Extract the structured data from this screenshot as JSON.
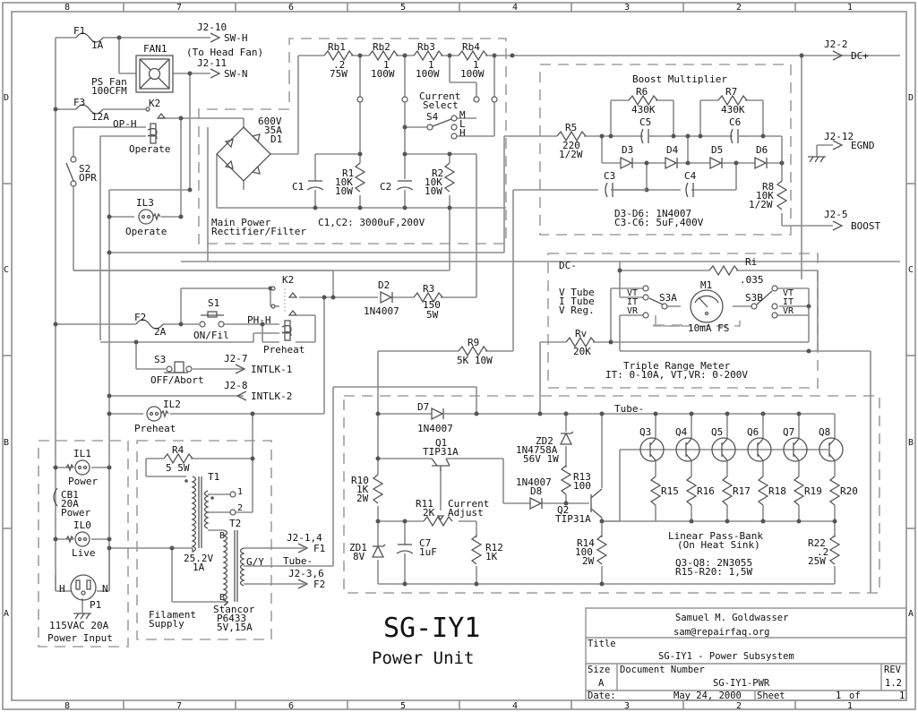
{
  "sheet": {
    "col_labels": [
      "8",
      "7",
      "6",
      "5",
      "4",
      "3",
      "2",
      "1"
    ],
    "row_labels": [
      "D",
      "C",
      "B",
      "A"
    ]
  },
  "title_block": {
    "author": "Samuel M. Goldwasser",
    "email": "sam@repairfaq.org",
    "title_label": "Title",
    "title": "SG-IY1 - Power Subsystem",
    "size_label": "Size",
    "size": "A",
    "docnum_label": "Document Number",
    "docnum": "SG-IY1-PWR",
    "rev_label": "REV",
    "rev": "1.2",
    "date_label": "Date:",
    "date": "May 24, 2000",
    "sheet_label": "Sheet",
    "sheet_num": "1",
    "of_label": "of",
    "sheet_total": "1"
  },
  "big_title": {
    "name": "SG-IY1",
    "subtitle": "Power Unit"
  },
  "connectors": {
    "j2_10": {
      "pin": "J2-10",
      "signal": "SW-H"
    },
    "to_head_fan": "(To Head Fan)",
    "j2_11": {
      "pin": "J2-11",
      "signal": "SW-N"
    },
    "j2_2": {
      "pin": "J2-2",
      "signal": "DC+"
    },
    "j2_12": {
      "pin": "J2-12",
      "signal": "EGND"
    },
    "j2_5": {
      "pin": "J2-5",
      "signal": "BOOST"
    },
    "j2_7": {
      "pin": "J2-7",
      "signal": "INTLK-1"
    },
    "j2_8": {
      "pin": "J2-8",
      "signal": "INTLK-2"
    },
    "j2_14": {
      "pin": "J2-1,4",
      "signal": "F1"
    },
    "j2_36": {
      "pin": "J2-3,6",
      "signal": "F2"
    }
  },
  "components": {
    "f1": {
      "ref": "F1",
      "value": "1A"
    },
    "f2": {
      "ref": "F2",
      "value": "2A"
    },
    "f3": {
      "ref": "F3",
      "value": "12A"
    },
    "fan1": {
      "ref": "FAN1",
      "desc1": "PS Fan",
      "desc2": "100CFM"
    },
    "k2_top": "K2",
    "k2_mid": "K2",
    "op_h": "OP-H",
    "operate_coil": "Operate",
    "s2": {
      "ref": "S2",
      "desc": "OPR"
    },
    "il3": {
      "ref": "IL3",
      "desc": "Operate"
    },
    "d1": {
      "ref": "D1",
      "v": "600V",
      "a": "35A"
    },
    "main_box": {
      "line1": "Main Power",
      "line2": "Rectifier/Filter"
    },
    "c1c2_note": "C1,C2: 3000uF,200V",
    "c1": "C1",
    "c2": "C2",
    "r1": {
      "ref": "R1",
      "v1": "10K",
      "v2": "10W"
    },
    "r2": {
      "ref": "R2",
      "v1": "10K",
      "v2": "10W"
    },
    "rb1": {
      "ref": "Rb1",
      "v1": ".2",
      "v2": "75W"
    },
    "rb2": {
      "ref": "Rb2",
      "v1": "1",
      "v2": "100W"
    },
    "rb3": {
      "ref": "Rb3",
      "v1": "1",
      "v2": "100W"
    },
    "rb4": {
      "ref": "Rb4",
      "v1": "1",
      "v2": "100W"
    },
    "s4": {
      "ref": "S4",
      "title1": "Current",
      "title2": "Select",
      "m": "M",
      "l": "L",
      "h": "H"
    },
    "boost": {
      "title": "Boost Multiplier",
      "note1": "D3-D6: 1N4007",
      "note2": "C3-C6: 5uF,400V"
    },
    "r5": {
      "ref": "R5",
      "v1": "220",
      "v2": "1/2W"
    },
    "r6": {
      "ref": "R6",
      "v": "430K"
    },
    "r7": {
      "ref": "R7",
      "v": "430K"
    },
    "r8": {
      "ref": "R8",
      "v1": "10K",
      "v2": "1/2W"
    },
    "c3": "C3",
    "c4": "C4",
    "c5": "C5",
    "c6": "C6",
    "d3": "D3",
    "d4": "D4",
    "d5": "D5",
    "d6": "D6",
    "s1": {
      "ref": "S1",
      "desc": "ON/Fil"
    },
    "ph_h": "PH-H",
    "preheat_coil": "Preheat",
    "s3": {
      "ref": "S3",
      "desc": "OFF/Abort"
    },
    "d2": {
      "ref": "D2",
      "v": "1N4007"
    },
    "r3": {
      "ref": "R3",
      "v1": "150",
      "v2": "5W"
    },
    "r9": {
      "ref": "R9",
      "v": "5K 10W"
    },
    "il2": {
      "ref": "IL2",
      "desc": "Preheat"
    },
    "meter": {
      "dc_minus": "DC-",
      "ri": {
        "ref": "Ri",
        "v": ".035"
      },
      "m1": {
        "ref": "M1",
        "fs": "10mA FS"
      },
      "s3a": "S3A",
      "s3b": "S3B",
      "vt": "VT",
      "it": "IT",
      "vr": "VR",
      "legend1": "V Tube",
      "legend2": "I Tube",
      "legend3": "V Reg.",
      "rv": {
        "ref": "Rv",
        "v": "20K"
      },
      "title": "Triple Range Meter",
      "ranges": "IT: 0-10A, VT,VR: 0-200V"
    },
    "il1": {
      "ref": "IL1",
      "desc": "Power"
    },
    "cb1": {
      "ref": "CB1",
      "v": "20A",
      "desc": "Power"
    },
    "il0": {
      "ref": "IL0",
      "desc": "Live"
    },
    "p1": {
      "ref": "P1",
      "h": "H",
      "n": "N",
      "desc1": "115VAC 20A",
      "desc2": "Power Input"
    },
    "r4": {
      "ref": "R4",
      "v": "5 5W"
    },
    "t1": {
      "ref": "T1",
      "v1": "25.2V",
      "v2": "1A",
      "tap1": "1",
      "tap2": "2"
    },
    "t2": {
      "ref": "T2",
      "b1": "B",
      "b2": "B",
      "gy": "G/Y",
      "tube": "Tube-",
      "mfr": "Stancor",
      "part": "P6433",
      "rating": "5V,15A"
    },
    "filament": {
      "line1": "Filament",
      "line2": "Supply"
    },
    "d7": {
      "ref": "D7",
      "v": "1N4007"
    },
    "tube_minus": "Tube-",
    "q1": {
      "ref": "Q1",
      "v": "TIP31A"
    },
    "q2": {
      "ref": "Q2",
      "v": "TIP31A"
    },
    "zd1": {
      "ref": "ZD1",
      "v": "8V"
    },
    "zd2": {
      "ref": "ZD2",
      "v1": "1N4758A",
      "v2": "56V 1W"
    },
    "r10": {
      "ref": "R10",
      "v1": "1K",
      "v2": "2W"
    },
    "r11": {
      "ref": "R11",
      "v": "2K",
      "adj1": "Current",
      "adj2": "Adjust"
    },
    "r12": {
      "ref": "R12",
      "v": "1K"
    },
    "r13": {
      "ref": "R13",
      "v": "100"
    },
    "r14": {
      "ref": "R14",
      "v1": "100",
      "v2": "2W"
    },
    "c7": {
      "ref": "C7",
      "v": "1uF"
    },
    "d8": {
      "ref": "D8",
      "v": "1N4007"
    },
    "pass_bank": {
      "transistors": [
        "Q3",
        "Q4",
        "Q5",
        "Q6",
        "Q7",
        "Q8"
      ],
      "resistors": [
        "R15",
        "R16",
        "R17",
        "R18",
        "R19",
        "R20"
      ],
      "title1": "Linear Pass-Bank",
      "title2": "(On Heat Sink)",
      "note1": "Q3-Q8: 2N3055",
      "note2": "R15-R20: 1,5W"
    },
    "r22": {
      "ref": "R22",
      "v1": ".2",
      "v2": "25W"
    }
  }
}
